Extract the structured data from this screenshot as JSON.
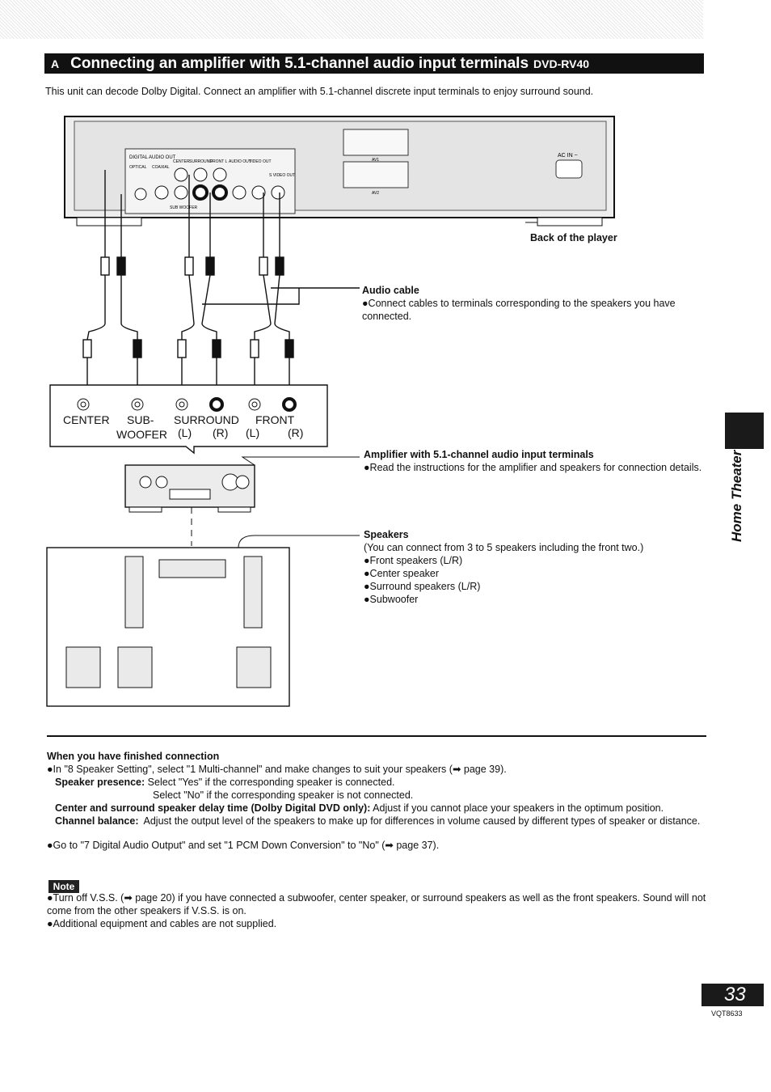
{
  "header": {
    "section_letter": "A",
    "title": "Connecting an amplifier with 5.1-channel audio input terminals",
    "model": "DVD-RV40"
  },
  "intro": "This unit can decode Dolby Digital. Connect an amplifier with 5.1-channel discrete input terminals to enjoy surround sound.",
  "diagram": {
    "back_of_player": "Back of the player",
    "player_panel": {
      "digital_out": "DIGITAL AUDIO OUT",
      "optical": "OPTICAL",
      "coaxial": "COAXIAL",
      "center": "CENTER",
      "surround": "SURROUND",
      "front_l": "FRONT L",
      "audio_out": "AUDIO OUT",
      "video_out": "VIDEO OUT",
      "svideo_out": "S VIDEO OUT",
      "subwoofer": "SUB WOOFER",
      "ac_in": "AC IN ~",
      "av1": "AV1",
      "av2": "AV2"
    },
    "audio_cable": {
      "title": "Audio cable",
      "desc": "●Connect cables to terminals corresponding to the speakers you have connected."
    },
    "amp_terminals": {
      "center": "CENTER",
      "sub": "SUB-",
      "woofer": "WOOFER",
      "surround": "SURROUND",
      "front": "FRONT",
      "sur_l": "(L)",
      "sur_r": "(R)",
      "front_l": "(L)",
      "front_r": "(R)"
    },
    "amplifier": {
      "title": "Amplifier with 5.1-channel audio input terminals",
      "desc": "●Read the instructions for the amplifier and speakers for connection details."
    },
    "speakers": {
      "title": "Speakers",
      "lines": [
        "(You can connect from 3 to 5 speakers including the front two.)",
        "●Front speakers (L/R)",
        "●Center speaker",
        "●Surround speakers (L/R)",
        "●Subwoofer"
      ]
    }
  },
  "side_tab": "Home Theater",
  "finished": {
    "heading": "When you have finished connection",
    "line1": "●In \"8 Speaker Setting\", select \"1 Multi-channel\" and make changes to suit your speakers (➡ page 39).",
    "presence_label": "Speaker presence:",
    "presence_yes": "Select \"Yes\" if the corresponding speaker is connected.",
    "presence_no": "Select \"No\" if the corresponding speaker is not connected.",
    "delay_label": "Center and surround speaker delay time (Dolby Digital DVD only):",
    "delay_text": "Adjust if you cannot place your speakers in the optimum position.",
    "balance_label": "Channel balance:",
    "balance_text": "Adjust the output level of the speakers to make up for differences in volume caused by different types of speaker or distance.",
    "goto": "●Go to \"7 Digital Audio Output\" and set \"1 PCM Down Conversion\" to \"No\" (➡ page 37)."
  },
  "note": {
    "badge": "Note",
    "line1": "●Turn off V.S.S. (➡ page 20) if you have connected a subwoofer, center speaker, or surround speakers as well as the front speakers. Sound will not come from the other speakers if V.S.S. is on.",
    "line2": "●Additional equipment and cables are not supplied."
  },
  "page_number": "33",
  "doc_code": "VQT8633"
}
